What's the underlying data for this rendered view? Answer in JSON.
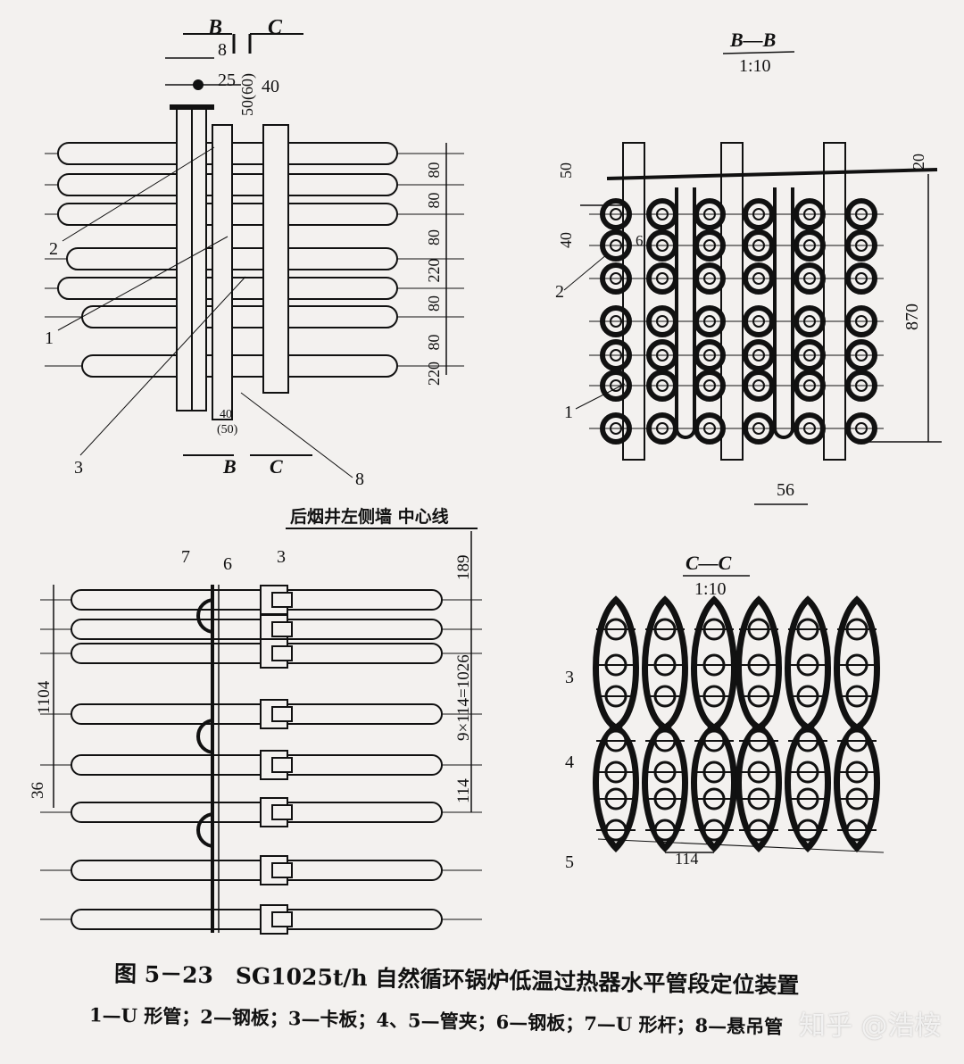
{
  "views": {
    "elevation": {
      "section_b": "B",
      "section_c": "C",
      "dims_top": [
        "8",
        "25",
        "50(60)",
        "40"
      ],
      "dims_right": [
        "80",
        "80",
        "80",
        "220",
        "80",
        "80",
        "220"
      ],
      "dims_bottom": [
        "40",
        "(50)"
      ],
      "labels": [
        "2",
        "1",
        "3",
        "8"
      ]
    },
    "section_bb": {
      "title": "B—B",
      "scale": "1:10",
      "dims": [
        "50",
        "40",
        "6",
        "20",
        "870",
        "56"
      ],
      "labels": [
        "2",
        "1"
      ]
    },
    "plan": {
      "header": "后烟井左侧墙 中心线",
      "labels": [
        "7",
        "6",
        "3"
      ],
      "dims": [
        "189",
        "9×114=1026",
        "114",
        "1104",
        "36"
      ]
    },
    "section_cc": {
      "title": "C—C",
      "scale": "1:10",
      "labels": [
        "3",
        "4",
        "5"
      ],
      "dims": [
        "114"
      ]
    }
  },
  "caption": {
    "title": "图 5－23　SG1025t/h 自然循环锅炉低温过热器水平管段定位装置",
    "legend": "1—U 形管；2—钢板；3—卡板；4、5—管夹；6—钢板；7—U 形杆；8—悬吊管"
  },
  "watermark": "知乎 @浩桉"
}
